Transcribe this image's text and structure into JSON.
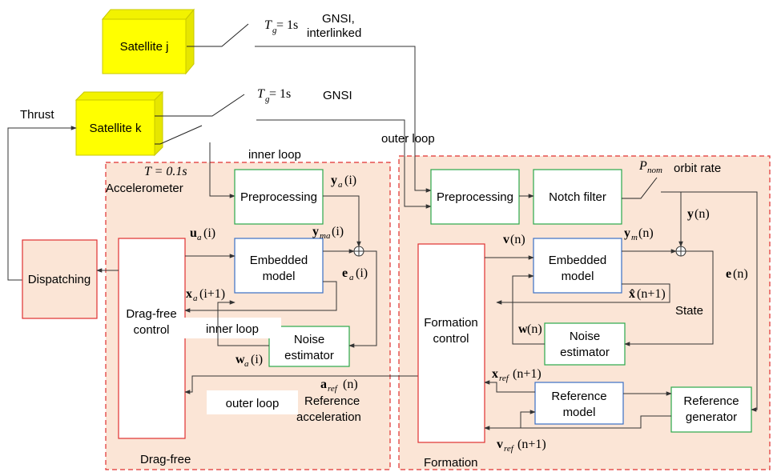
{
  "satellites": {
    "j_label": "Satellite j",
    "k_label": "Satellite k"
  },
  "top_labels": {
    "thrust": "Thrust",
    "gnsi_interlinked_1": "GNSI,",
    "gnsi_interlinked_2": "interlinked",
    "gnsi": "GNSI",
    "outer_loop": "outer loop",
    "inner_loop": "inner loop",
    "tg_j": "T",
    "tg_j_sub": "g",
    "tg_j_val": " = 1s",
    "tg_k": "T",
    "tg_k_sub": "g",
    "tg_k_val": " = 1s"
  },
  "dragfree": {
    "period": "T = 0.1s",
    "accelerometer": "Accelerometer",
    "preprocessing": "Preprocessing",
    "embedded_model_1": "Embedded",
    "embedded_model_2": "model",
    "noise_1": "Noise",
    "noise_2": "estimator",
    "control_1": "Drag-free",
    "control_2": "control",
    "dispatching": "Dispatching",
    "inner_loop_box": "inner loop",
    "outer_loop_box": "outer loop",
    "ref_accel_1": "Reference",
    "ref_accel_2": "acceleration",
    "region_label": "Drag-free",
    "ya": "y",
    "ya_sub": "a",
    "ya_arg": "(i)",
    "yma": "y",
    "yma_sub": "ma",
    "yma_arg": "(i)",
    "ua": "u",
    "ua_sub": "a",
    "ua_arg": "(i)",
    "xa": "x",
    "xa_sub": "a",
    "xa_arg": "(i+1)",
    "ea": "e",
    "ea_sub": "a",
    "ea_arg": "(i)",
    "wa": "w",
    "wa_sub": "a",
    "wa_arg": "(i)",
    "aref": "a",
    "aref_sub": "ref",
    "aref_arg": "(n)"
  },
  "formation": {
    "preprocessing": "Preprocessing",
    "notch": "Notch filter",
    "pnom": "P",
    "pnom_sub": "nom",
    "orbit_rate": "orbit rate",
    "embedded_model_1": "Embedded",
    "embedded_model_2": "model",
    "noise_1": "Noise",
    "noise_2": "estimator",
    "control_1": "Formation",
    "control_2": "control",
    "ref_model_1": "Reference",
    "ref_model_2": "model",
    "ref_gen_1": "Reference",
    "ref_gen_2": "generator",
    "state": "State",
    "region_label": "Formation",
    "y": "y",
    "y_arg": "(n)",
    "ym": "y",
    "ym_sub": "m",
    "ym_arg": "(n)",
    "v": "v",
    "v_arg": "(n)",
    "e": "e",
    "e_arg": "(n)",
    "xhat": "x̂",
    "xhat_arg": "(n+1)",
    "w": "w",
    "w_arg": "(n)",
    "xref": "x",
    "xref_sub": "ref",
    "xref_arg": "(n+1)",
    "vref": "v",
    "vref_sub": "ref",
    "vref_arg": "(n+1)"
  },
  "colors": {
    "satellite_fill": "#ffff00",
    "satellite_side": "#e6e600",
    "satellite_edge": "#c8c800",
    "region_fill": "#fbe5d6",
    "region_border": "#e03030",
    "green_block": "#2aa84a",
    "blue_block": "#3a6fc4",
    "red_block": "#e03030"
  }
}
